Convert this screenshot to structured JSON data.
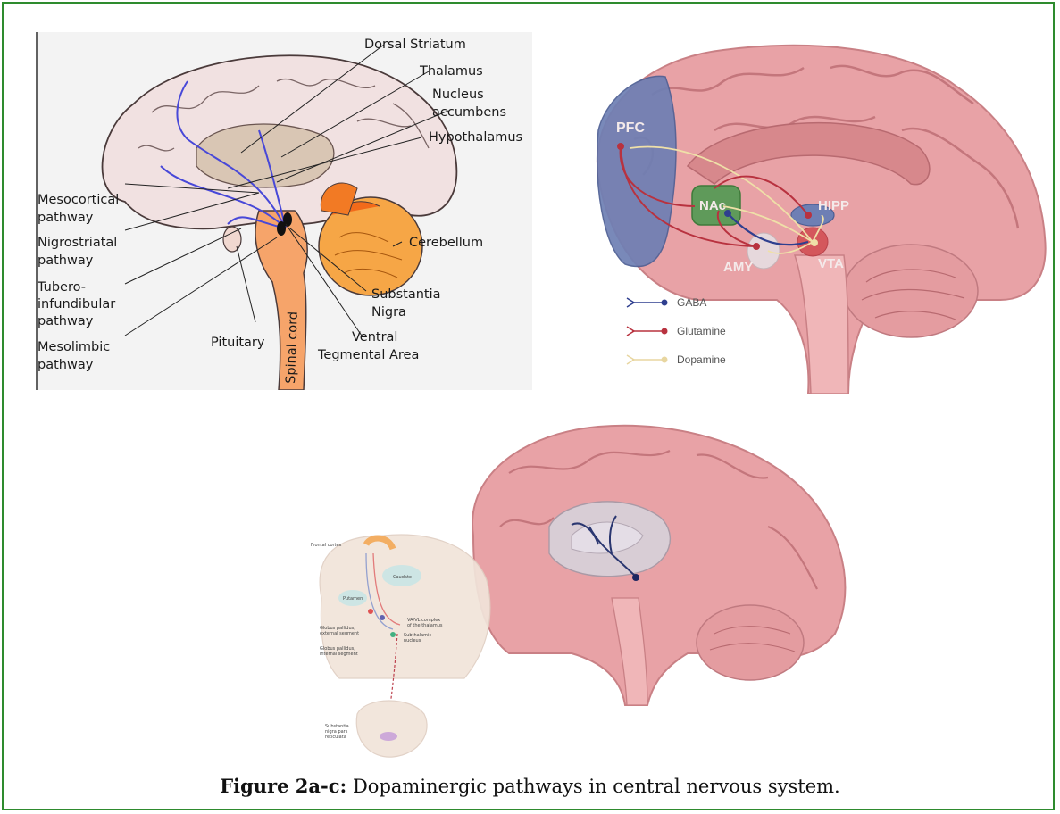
{
  "figure": {
    "caption_label": "Figure 2a-c:",
    "caption_text": " Dopaminergic pathways in central nervous system."
  },
  "panel_a": {
    "labels": {
      "dorsal_striatum": "Dorsal Striatum",
      "thalamus": "Thalamus",
      "nucleus_accumbens_1": "Nucleus",
      "nucleus_accumbens_2": "accumbens",
      "hypothalamus": "Hypothalamus",
      "mesocortical_1": "Mesocortical",
      "mesocortical_2": "pathway",
      "nigrostriatal_1": "Nigrostriatal",
      "nigrostriatal_2": "pathway",
      "tubero_1": "Tubero-",
      "tubero_2": "infundibular",
      "tubero_3": "pathway",
      "mesolimbic_1": "Mesolimbic",
      "mesolimbic_2": "pathway",
      "pituitary": "Pituitary",
      "spinal_cord": "Spinal cord",
      "cerebellum": "Cerebellum",
      "substantia_1": "Substantia",
      "substantia_2": "Nigra",
      "ventral_1": "Ventral",
      "ventral_2": "Tegmental Area"
    }
  },
  "panel_b": {
    "regions": {
      "pfc": "PFC",
      "nac": "NAc",
      "hipp": "HIPP",
      "amy": "AMY",
      "vta": "VTA"
    },
    "legend": [
      {
        "label": "GABA",
        "color": "#2f3f8f"
      },
      {
        "label": "Glutamine",
        "color": "#b8323f"
      },
      {
        "label": "Dopamine",
        "color": "#e8d6a0"
      }
    ]
  },
  "panel_c": {
    "labels": {
      "frontal_cortex": "Frontal cortex",
      "caudate": "Caudate",
      "putamen": "Putamen",
      "thalamus_1": "VA/VL complex",
      "thalamus_2": "of the thalamus",
      "gpe_1": "Globus pallidus,",
      "gpe_2": "external segment",
      "gpi_1": "Globus pallidus,",
      "gpi_2": "internal segment",
      "stn_1": "Subthalamic",
      "stn_2": "nucleus",
      "snr_1": "Substantia",
      "snr_2": "nigra pars",
      "snr_3": "reticulata"
    }
  }
}
